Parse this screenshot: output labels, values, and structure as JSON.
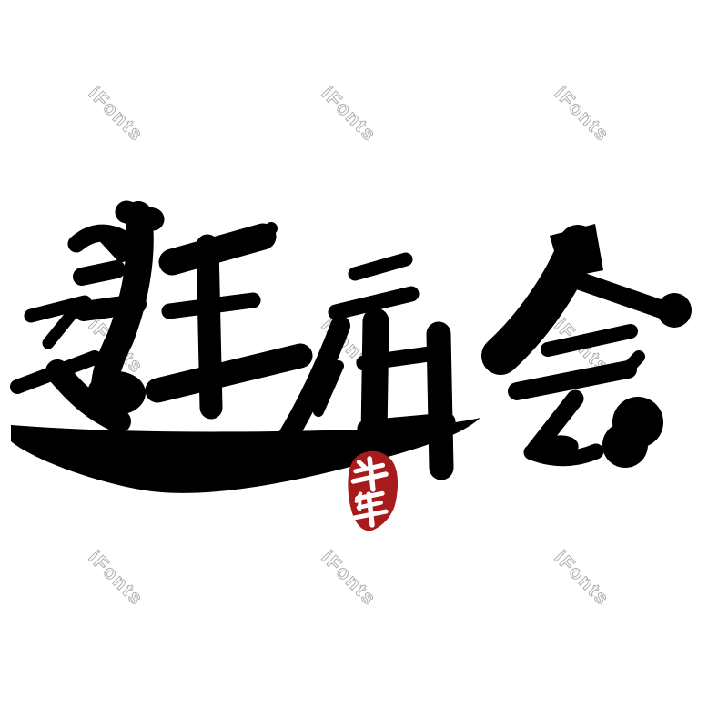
{
  "artwork": {
    "title": "逛庙会",
    "characters": [
      "逛",
      "庙",
      "会"
    ],
    "seal": {
      "text": "牛年",
      "characters": [
        "牛",
        "年"
      ]
    },
    "colors": {
      "ink": "#000000",
      "seal_red": "#a81b1b",
      "seal_text": "#ffffff",
      "background": "#ffffff",
      "watermark": "#7a7a7a"
    }
  },
  "watermark": {
    "label": "iFonts",
    "rotation_deg": 45,
    "grid": {
      "columns_x": [
        127,
        383,
        639
      ],
      "rows_y": [
        126,
        381,
        636
      ]
    }
  }
}
